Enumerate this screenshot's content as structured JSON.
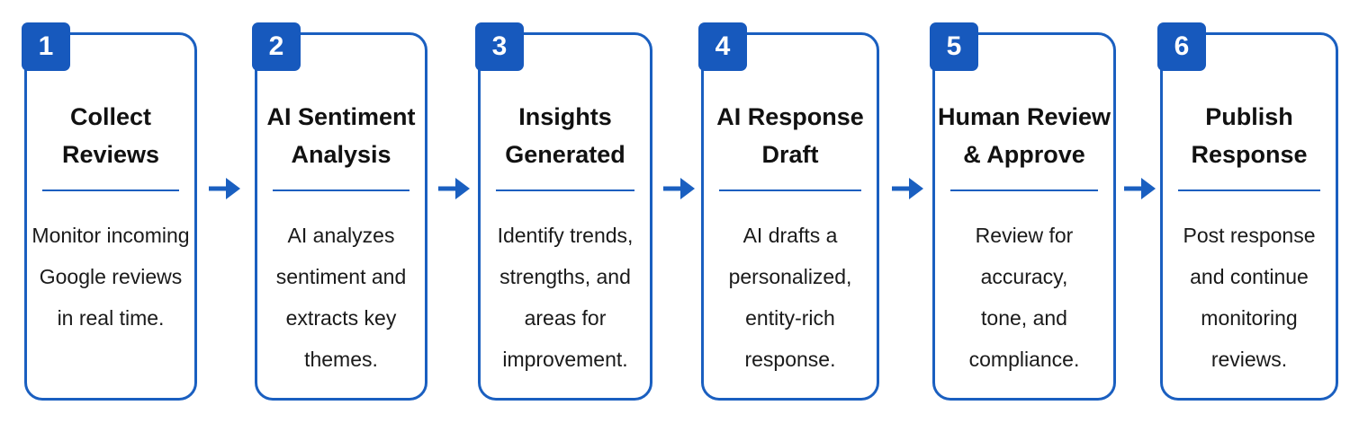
{
  "accent_color": "#1a5fc0",
  "steps": [
    {
      "number": "1",
      "title_lines": [
        "Collect",
        "Reviews"
      ],
      "desc_lines": [
        "Monitor incoming",
        "Google reviews",
        "in real time."
      ]
    },
    {
      "number": "2",
      "title_lines": [
        "AI Sentiment",
        "Analysis"
      ],
      "desc_lines": [
        "AI analyzes",
        "sentiment and",
        "extracts key",
        "themes."
      ]
    },
    {
      "number": "3",
      "title_lines": [
        "Insights",
        "Generated"
      ],
      "desc_lines": [
        "Identify trends,",
        "strengths, and",
        "areas for",
        "improvement."
      ]
    },
    {
      "number": "4",
      "title_lines": [
        "AI Response",
        "Draft"
      ],
      "desc_lines": [
        "AI drafts a",
        "personalized,",
        "entity-rich",
        "response."
      ]
    },
    {
      "number": "5",
      "title_lines": [
        "Human Review",
        "& Approve"
      ],
      "desc_lines": [
        "Review for",
        "accuracy,",
        "tone, and",
        "compliance."
      ]
    },
    {
      "number": "6",
      "title_lines": [
        "Publish",
        "Response"
      ],
      "desc_lines": [
        "Post response",
        "and continue",
        "monitoring",
        "reviews."
      ]
    }
  ],
  "arrow_icon": "arrow-right-icon"
}
